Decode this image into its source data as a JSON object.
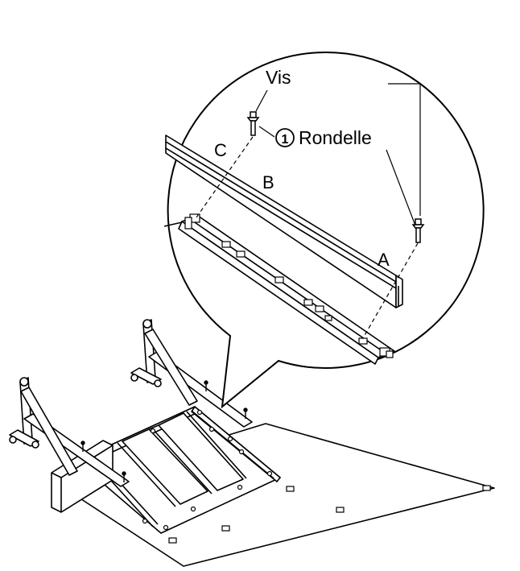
{
  "labels": {
    "screw": "Vis",
    "washer_number": "1",
    "washer": "Rondelle",
    "point_a": "A",
    "point_b": "B",
    "point_c": "C"
  },
  "colors": {
    "line": "#000000",
    "fill": "#ffffff",
    "shade": "#d9d9d9"
  }
}
